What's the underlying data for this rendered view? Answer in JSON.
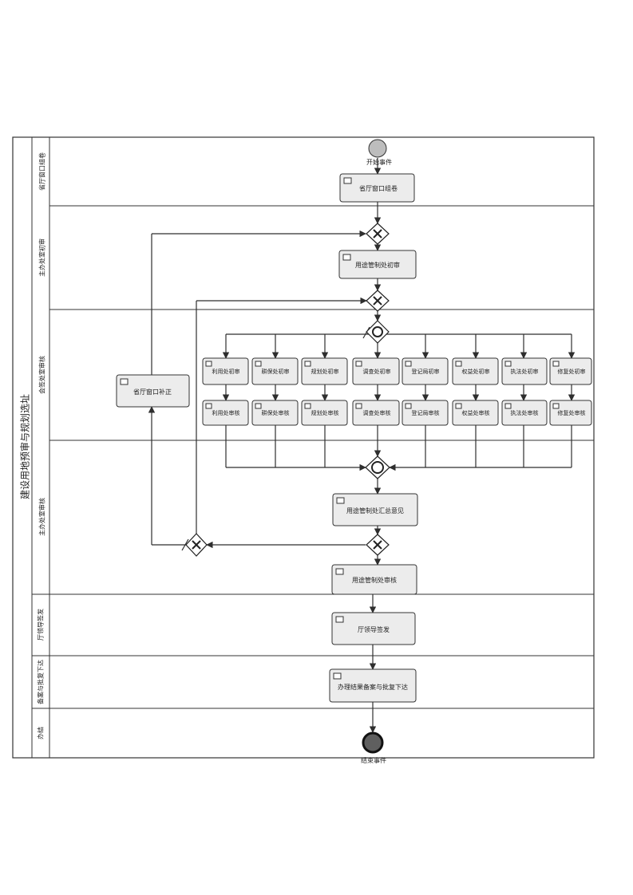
{
  "pool_title": "建设用地预审与规划选址",
  "lanes": [
    {
      "id": "lane0",
      "label": "省厅窗口组卷"
    },
    {
      "id": "lane1",
      "label": "主办处室初审"
    },
    {
      "id": "lane2",
      "label": "会签处室审核"
    },
    {
      "id": "lane3",
      "label": "主办处室审核"
    },
    {
      "id": "lane4",
      "label": "厅领导签发"
    },
    {
      "id": "lane5",
      "label": "备案与批复下达"
    },
    {
      "id": "lane6",
      "label": "办结"
    }
  ],
  "events": {
    "start": "开始事件",
    "end": "结束事件"
  },
  "tasks": {
    "window": "省厅窗口组卷",
    "main_initial": "用途管制处初审",
    "supplement": "省厅窗口补正",
    "p1_init": "利用处初审",
    "p2_init": "耕保处初审",
    "p3_init": "规划处初审",
    "p4_init": "调查处初审",
    "p5_init": "登记局初审",
    "p6_init": "权益处初审",
    "p7_init": "执法处初审",
    "p8_init": "修复处初审",
    "p1_rev": "利用处审核",
    "p2_rev": "耕保处审核",
    "p3_rev": "规划处审核",
    "p4_rev": "调查处审核",
    "p5_rev": "登记局审核",
    "p6_rev": "权益处审核",
    "p7_rev": "执法处审核",
    "p8_rev": "修复处审核",
    "summary": "用途管制处汇总意见",
    "main_review": "用途管制处审核",
    "leader": "厅领导签发",
    "filing": "办理结果备案与批复下达"
  }
}
